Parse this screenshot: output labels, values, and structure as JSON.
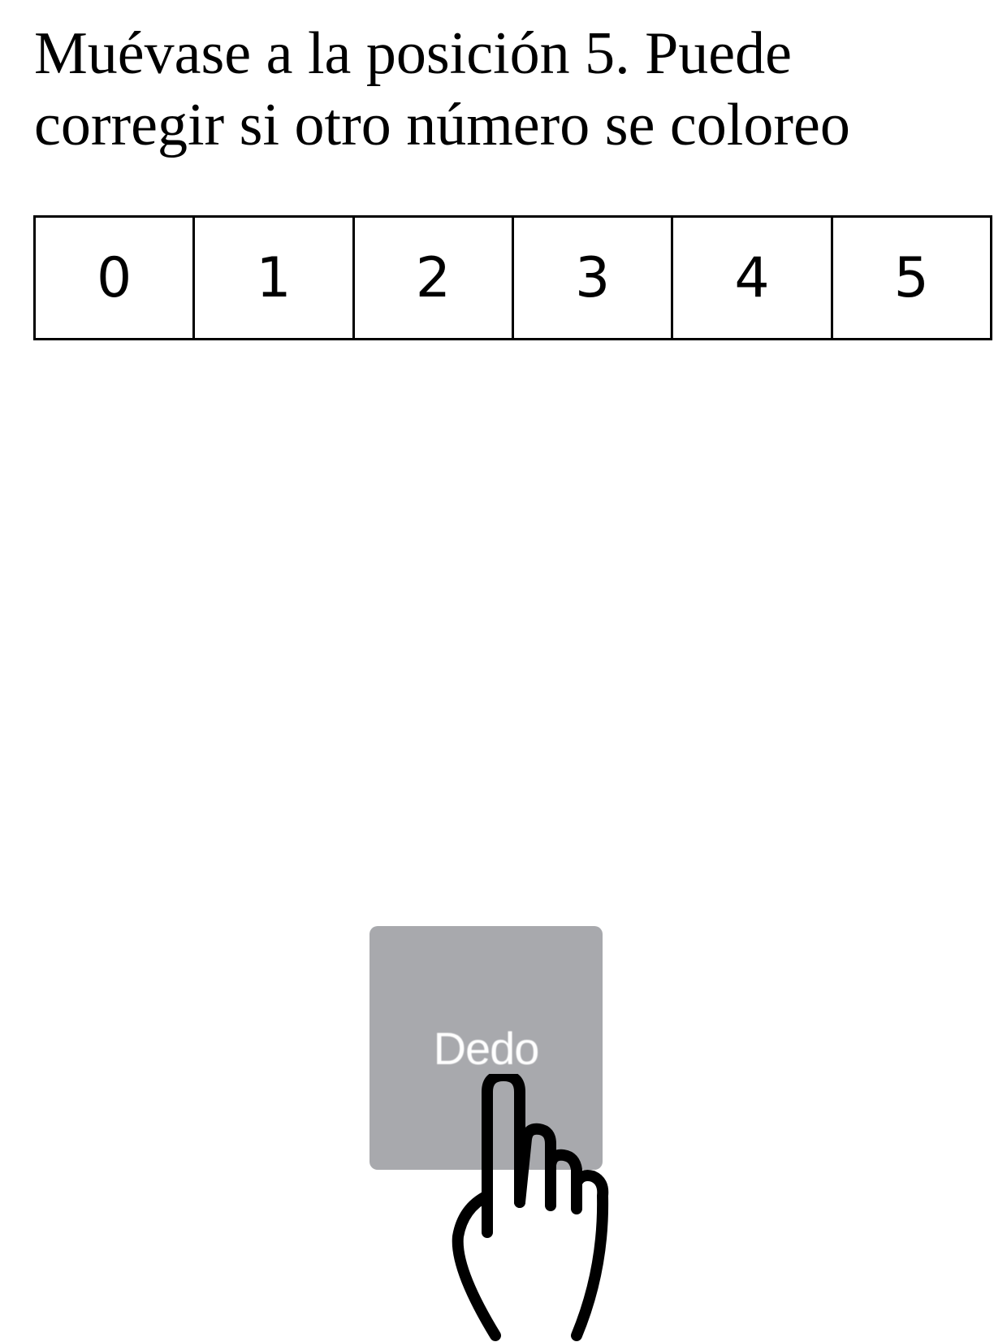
{
  "instruction": {
    "line1": "Muévase a la posición 5. Puede",
    "line2": "corregir si otro número se coloreo"
  },
  "number_line": {
    "cells": [
      "0",
      "1",
      "2",
      "3",
      "4",
      "5"
    ]
  },
  "finger_button": {
    "label": "Dedo",
    "color": "#a8a9ad"
  },
  "icons": {
    "pointer": "hand-pointer-icon"
  }
}
